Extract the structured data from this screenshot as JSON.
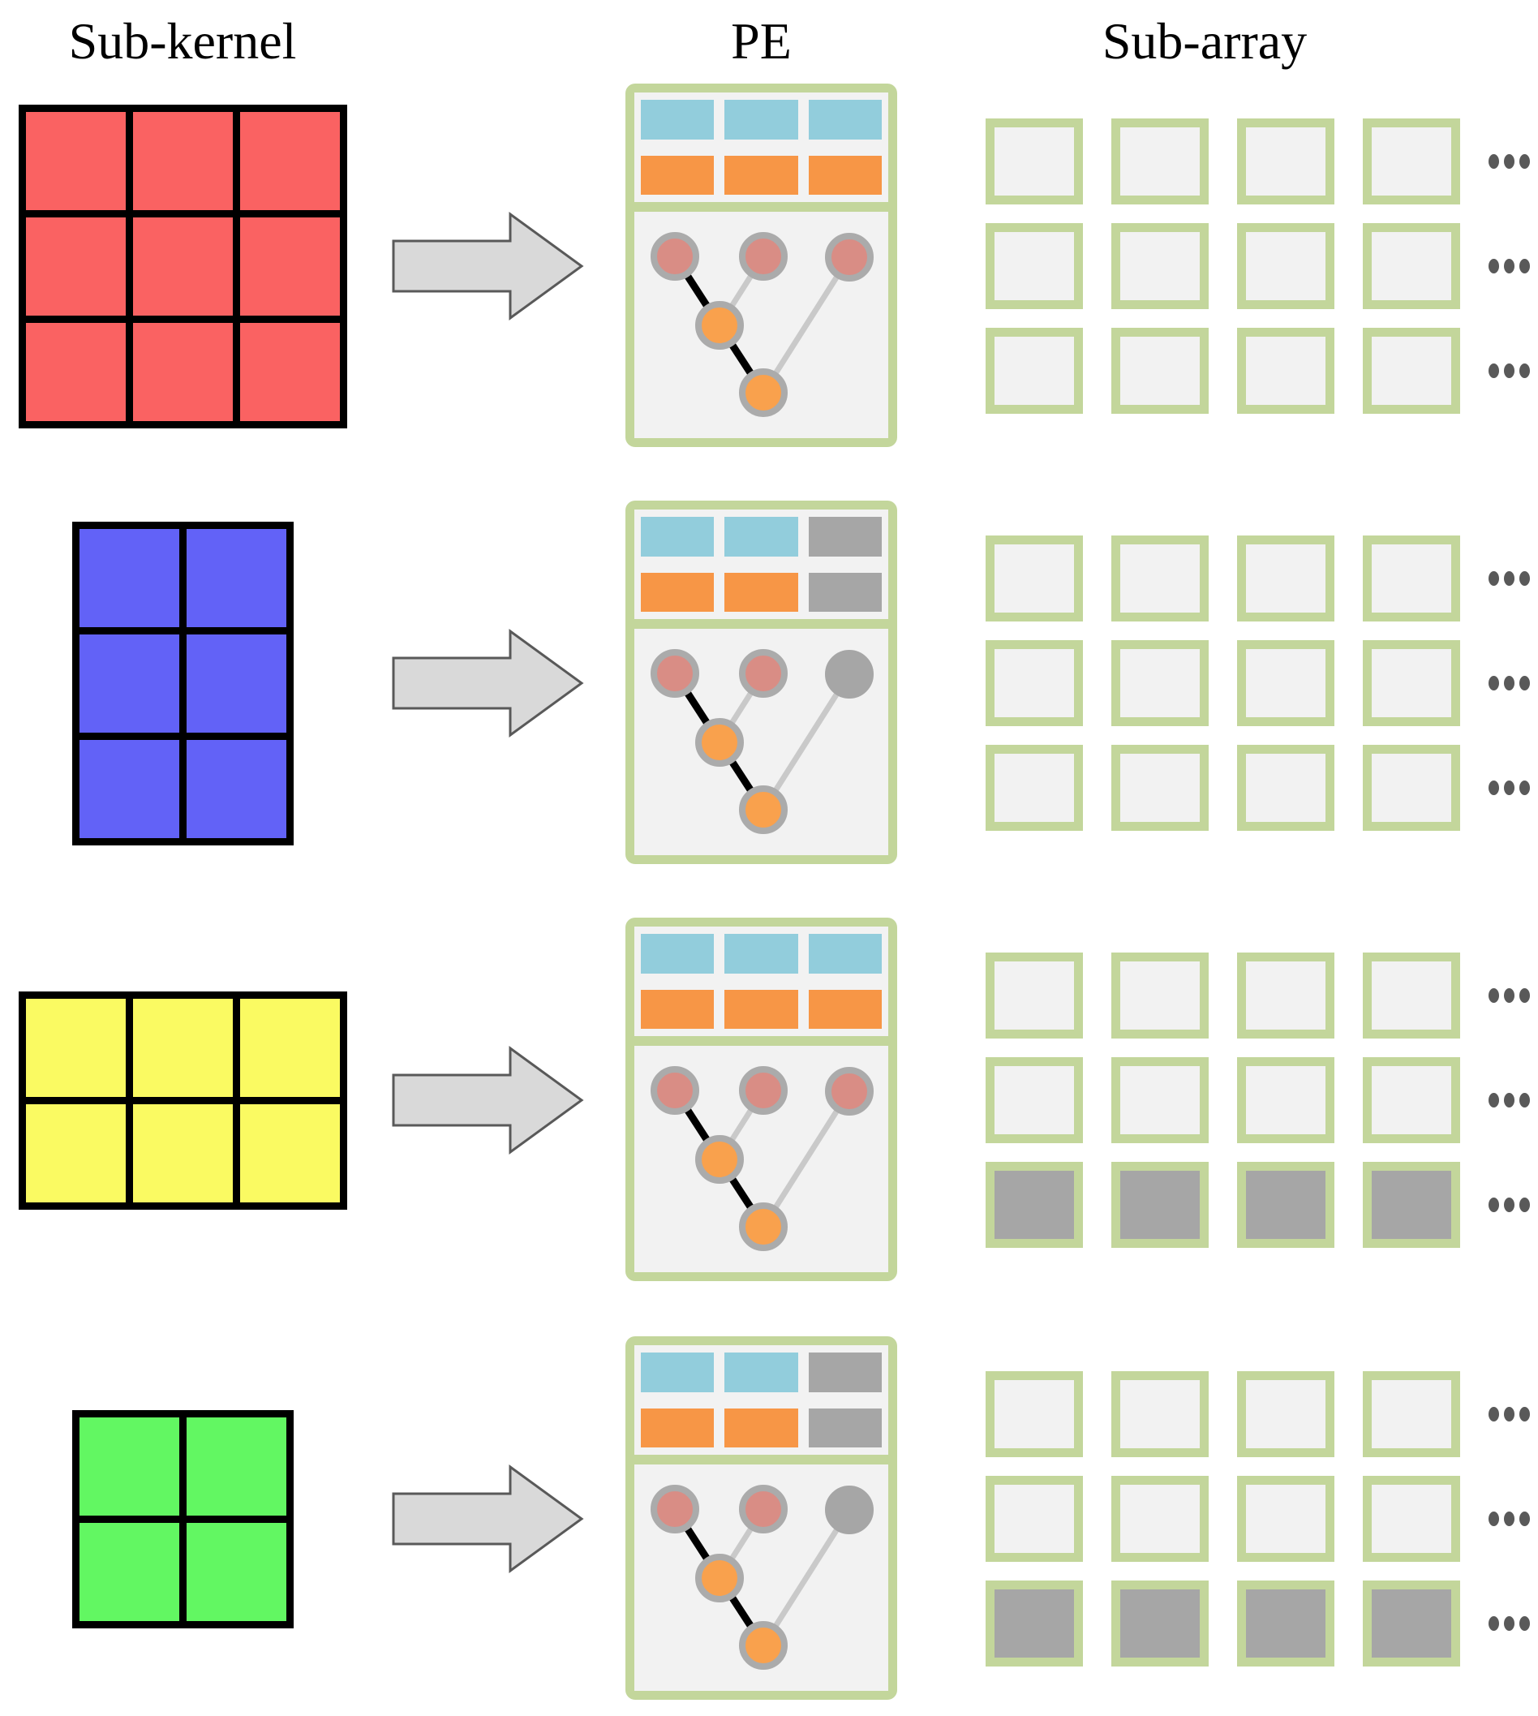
{
  "headers": {
    "kernel": "Sub-kernel",
    "pe": "PE",
    "array": "Sub-array"
  },
  "colors": {
    "kernel_border": "#000000",
    "pe_border_green": "#C3D69B",
    "panel_bg": "#F2F2F2",
    "slot_blue": "#92CDDC",
    "slot_orange": "#F79646",
    "inactive_gray": "#A6A6A6",
    "circle_pink": "#D98D85",
    "circle_orange": "#F9A14D",
    "circle_stroke": "#ABABAB",
    "line_active": "#000000",
    "line_idle": "#C9C9C9",
    "arrow_fill": "#D9D9D9",
    "arrow_stroke": "#595959",
    "dot_gray": "#595959"
  },
  "pe_layout": {
    "slot_columns": 3,
    "slot_rows": 2,
    "top_circles": 3,
    "mid_circles": 1,
    "bottom_circles": 1
  },
  "subarray_layout": {
    "columns": 4,
    "rows": 3,
    "ellipsis_dots_per_row": 3
  },
  "rows": [
    {
      "kernel": {
        "color": "#FA6262",
        "cols": 3,
        "rows": 3
      },
      "pe": {
        "inactive_third_column": false
      },
      "subarray": {
        "inactive_bottom_row": false
      }
    },
    {
      "kernel": {
        "color": "#6262F7",
        "cols": 2,
        "rows": 3
      },
      "pe": {
        "inactive_third_column": true
      },
      "subarray": {
        "inactive_bottom_row": false
      }
    },
    {
      "kernel": {
        "color": "#FAFA62",
        "cols": 3,
        "rows": 2
      },
      "pe": {
        "inactive_third_column": false
      },
      "subarray": {
        "inactive_bottom_row": true
      }
    },
    {
      "kernel": {
        "color": "#62F762",
        "cols": 2,
        "rows": 2
      },
      "pe": {
        "inactive_third_column": true
      },
      "subarray": {
        "inactive_bottom_row": true
      }
    }
  ]
}
